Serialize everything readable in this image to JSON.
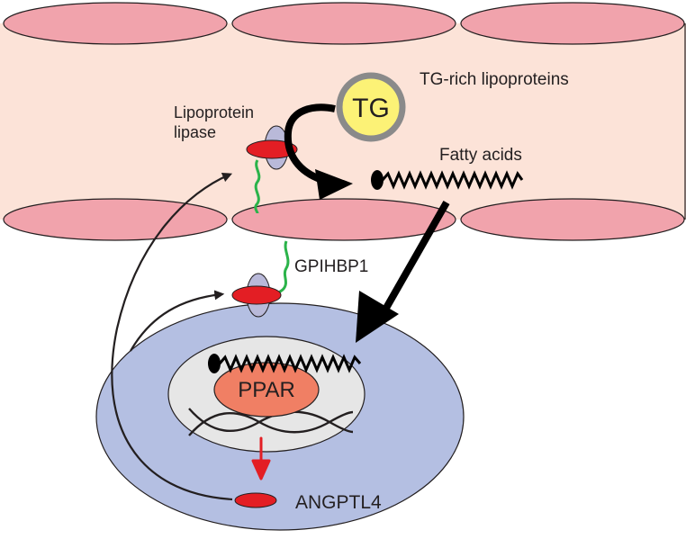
{
  "labels": {
    "tg": "TG",
    "tg_rich": "TG-rich lipoproteins",
    "lpl_line1": "Lipoprotein",
    "lpl_line2": "lipase",
    "fatty_acids": "Fatty acids",
    "gpihbp1": "GPIHBP1",
    "ppar": "PPAR",
    "angptl4": "ANGPTL4"
  },
  "colors": {
    "vessel_fill": "#fce3d8",
    "vessel_ellipse": "#f1a3ac",
    "cell": "#b4bfe2",
    "nucleus": "#e6e6e6",
    "ppar": "#f07f64",
    "tg_fill": "#fcf276",
    "tg_ring": "#8a8a8a",
    "lpl_red": "#e31e24",
    "lpl_blue": "#b9b9d9",
    "gpihbp1_tether": "#2bb34a",
    "expression_arrow": "#e31e24"
  }
}
